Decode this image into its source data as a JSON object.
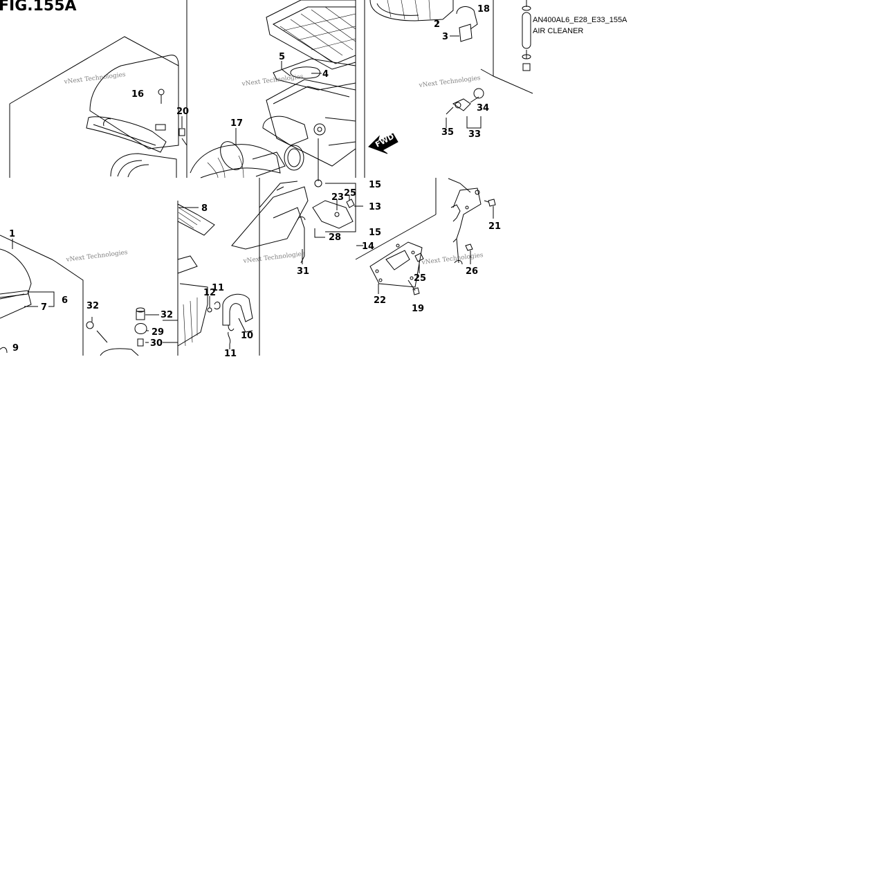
{
  "figure": {
    "title": "FIG.155A",
    "code": "AN400AL6_E28_E33_155A",
    "name": "AIR CLEANER"
  },
  "direction_arrow": {
    "label": "FWD"
  },
  "watermark": "vNext Technologies",
  "callouts": {
    "c1": "1",
    "c2": "2",
    "c3": "3",
    "c4": "4",
    "c5": "5",
    "c6": "6",
    "c7": "7",
    "c8": "8",
    "c9": "9",
    "c10": "10",
    "c11a": "11",
    "c11b": "11",
    "c12": "12",
    "c13": "13",
    "c14": "14",
    "c15a": "15",
    "c15b": "15",
    "c16": "16",
    "c17": "17",
    "c18": "18",
    "c19": "19",
    "c20": "20",
    "c21": "21",
    "c22": "22",
    "c23": "23",
    "c25a": "25",
    "c25b": "25",
    "c26": "26",
    "c28": "28",
    "c29": "29",
    "c30": "30",
    "c31": "31",
    "c32a": "32",
    "c32b": "32",
    "c33": "33",
    "c34": "34",
    "c35": "35"
  }
}
